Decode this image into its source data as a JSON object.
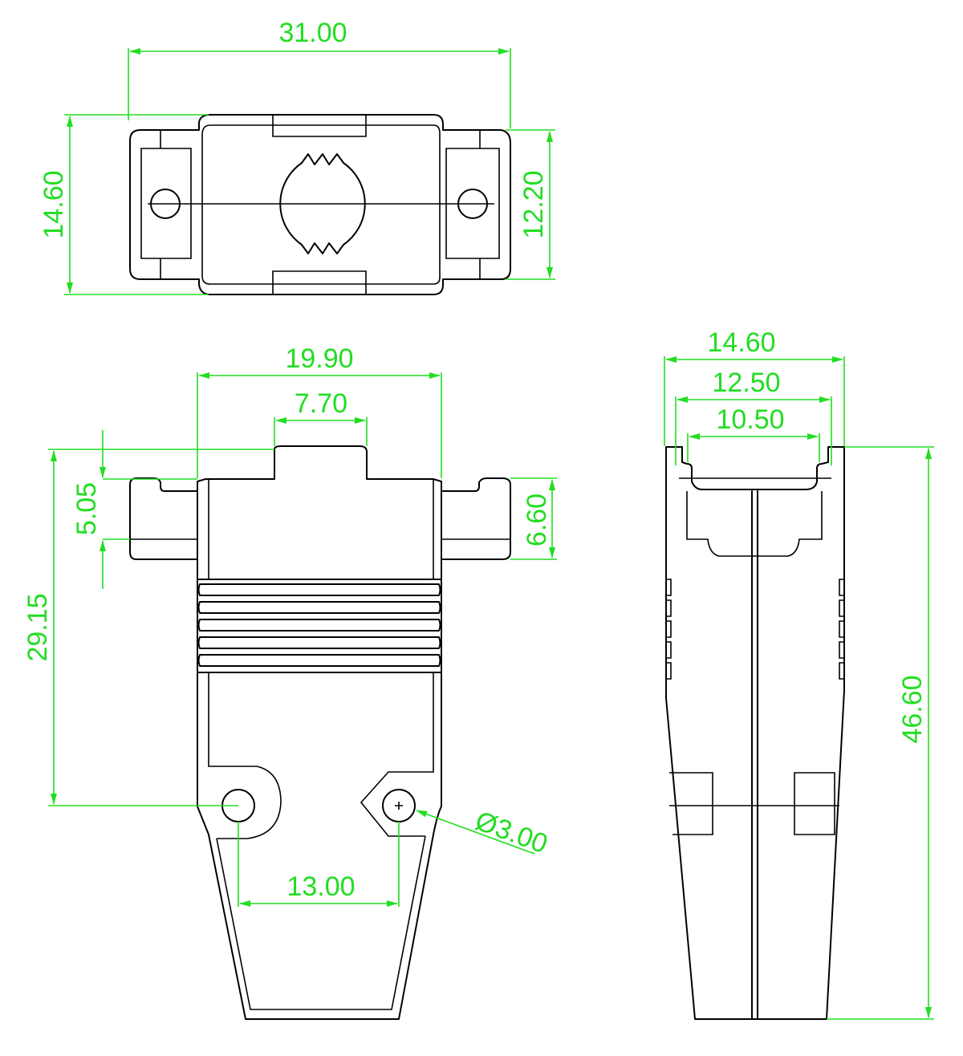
{
  "dimensions": {
    "top_width": "31.00",
    "top_height_outer": "14.60",
    "top_height_inner": "12.20",
    "front_width": "19.90",
    "front_top_width": "7.70",
    "front_flange_offset": "5.05",
    "front_flange_height": "6.60",
    "front_hole_height": "29.15",
    "hole_spacing": "13.00",
    "hole_diameter": "Ø3.00",
    "side_width_outer": "14.60",
    "side_width_mid": "12.50",
    "side_width_inner": "10.50",
    "side_height": "46.60"
  },
  "colors": {
    "part": "#000000",
    "dimension": "#22dd22"
  }
}
